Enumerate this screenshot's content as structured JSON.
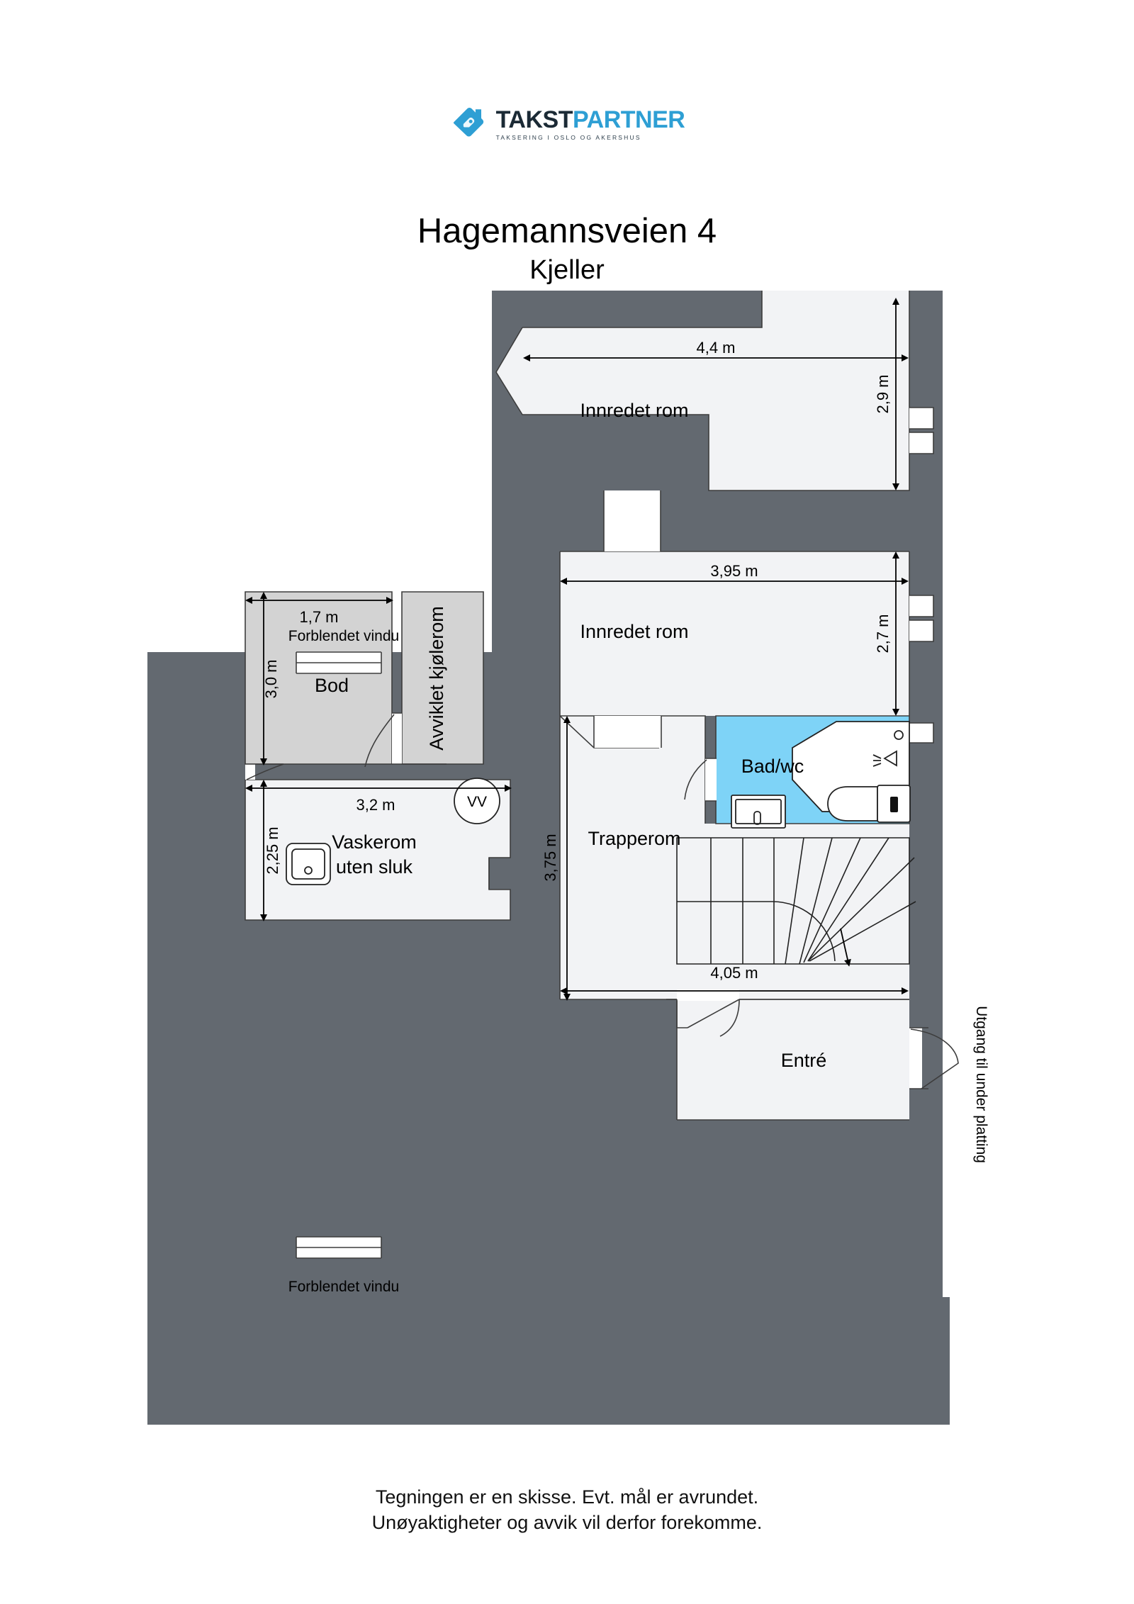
{
  "logo": {
    "name_part1": "TAKST",
    "name_part2": "PARTNER",
    "tagline": "TAKSERING I OSLO OG AKERSHUS",
    "mark_icon": "house-logo-icon",
    "color_dark": "#1b2a35",
    "color_blue": "#2e9fd4"
  },
  "header": {
    "title": "Hagemannsveien 4",
    "subtitle": "Kjeller"
  },
  "plan": {
    "colors": {
      "wall": "#636970",
      "floor": "#f2f3f5",
      "floor_storage": "#d3d3d3",
      "floor_bathroom": "#7ed3f7"
    },
    "rooms": [
      {
        "id": "innredet-rom-1",
        "label": "Innredet rom",
        "width": "4,4 m",
        "height": "2,9 m"
      },
      {
        "id": "innredet-rom-2",
        "label": "Innredet rom",
        "width": "3,95 m",
        "height": "2,7 m"
      },
      {
        "id": "bod",
        "label": "Bod",
        "width": "1,7 m",
        "height": "3,0 m"
      },
      {
        "id": "avviklet-kjolerom",
        "label": "Avviklet kjølerom",
        "width": "",
        "height": ""
      },
      {
        "id": "vaskerom",
        "label1": "Vaskerom",
        "label2": "uten sluk",
        "width": "3,2 m",
        "height": "2,25 m"
      },
      {
        "id": "bad-wc",
        "label": "Bad/wc",
        "width": "",
        "height": ""
      },
      {
        "id": "trapperom",
        "label": "Trapperom",
        "width": "4,05 m",
        "height": "3,75 m"
      },
      {
        "id": "entre",
        "label": "Entré",
        "width": "",
        "height": ""
      }
    ],
    "dimensions": {
      "rom1_width": "4,4 m",
      "rom1_height": "2,9 m",
      "rom2_width": "3,95 m",
      "rom2_height": "2,7 m",
      "bod_width": "1,7 m",
      "bod_height": "3,0 m",
      "vaskerom_width": "3,2 m",
      "vaskerom_height": "2,25 m",
      "trapperom_width": "4,05 m",
      "trapperom_height": "3,75 m"
    },
    "annotations": {
      "window_top": "Forblendet vindu",
      "window_bottom": "Forblendet vindu",
      "exit_right": "Utgang til under platting",
      "water_heater": "VV"
    },
    "labels": {
      "innredet_rom": "Innredet rom",
      "bod": "Bod",
      "avviklet_kjolerom": "Avviklet kjølerom",
      "vaskerom_line1": "Vaskerom",
      "vaskerom_line2": "uten sluk",
      "bad_wc": "Bad/wc",
      "trapperom": "Trapperom",
      "entre": "Entré"
    }
  },
  "footer": {
    "line1": "Tegningen er en skisse. Evt. mål er avrundet.",
    "line2": "Unøyaktigheter og avvik vil derfor forekomme."
  }
}
